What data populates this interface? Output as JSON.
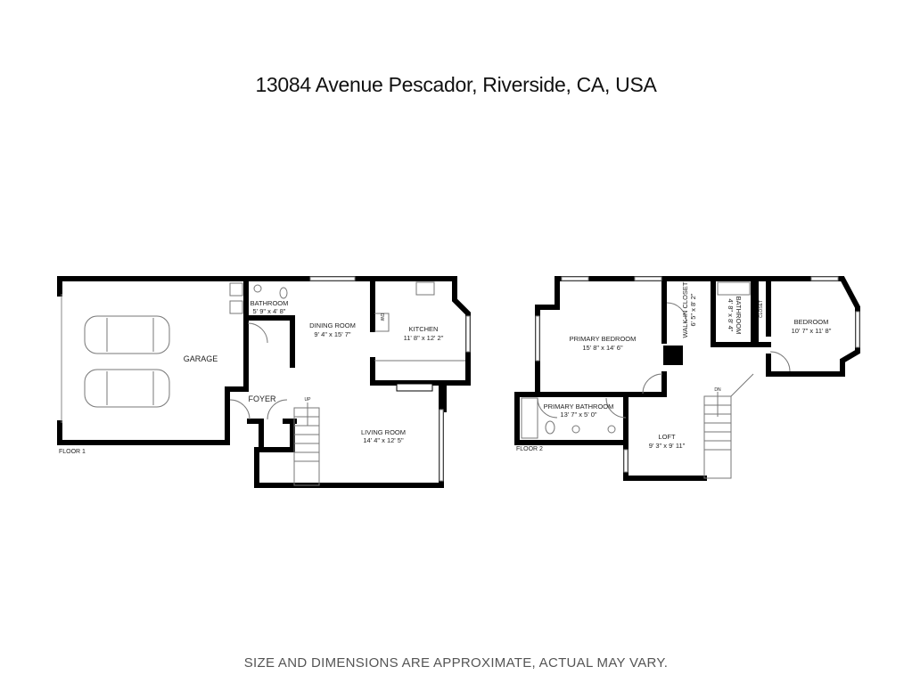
{
  "title": "13084 Avenue Pescador, Riverside, CA, USA",
  "footer": "SIZE AND DIMENSIONS ARE APPROXIMATE, ACTUAL MAY VARY.",
  "floor1": {
    "label": "FLOOR 1",
    "rooms": [
      {
        "name": "GARAGE",
        "dims": ""
      },
      {
        "name": "BATHROOM",
        "dims": "5' 9\" x 4' 8\""
      },
      {
        "name": "DINING ROOM",
        "dims": "9' 4\" x 15' 7\""
      },
      {
        "name": "KITCHEN",
        "dims": "11' 8\" x 12' 2\""
      },
      {
        "name": "FOYER",
        "dims": ""
      },
      {
        "name": "LIVING ROOM",
        "dims": "14' 4\" x 12' 5\""
      }
    ],
    "stairs_label": "UP",
    "appliance_label": "DW"
  },
  "floor2": {
    "label": "FLOOR 2",
    "rooms": [
      {
        "name": "PRIMARY BEDROOM",
        "dims": "15' 8\" x 14' 6\""
      },
      {
        "name": "WALK-IN CLOSET",
        "dims": "6' 5\" x 8' 2\""
      },
      {
        "name": "BATHROOM",
        "dims": "4' 8\" x 8' 4\""
      },
      {
        "name": "CLOSET",
        "dims": ""
      },
      {
        "name": "BEDROOM",
        "dims": "10' 7\" x 11' 8\""
      },
      {
        "name": "PRIMARY BATHROOM",
        "dims": "13' 7\" x 5' 0\""
      },
      {
        "name": "LOFT",
        "dims": "9' 3\" x 9' 11\""
      }
    ],
    "stairs_label": "DN"
  }
}
